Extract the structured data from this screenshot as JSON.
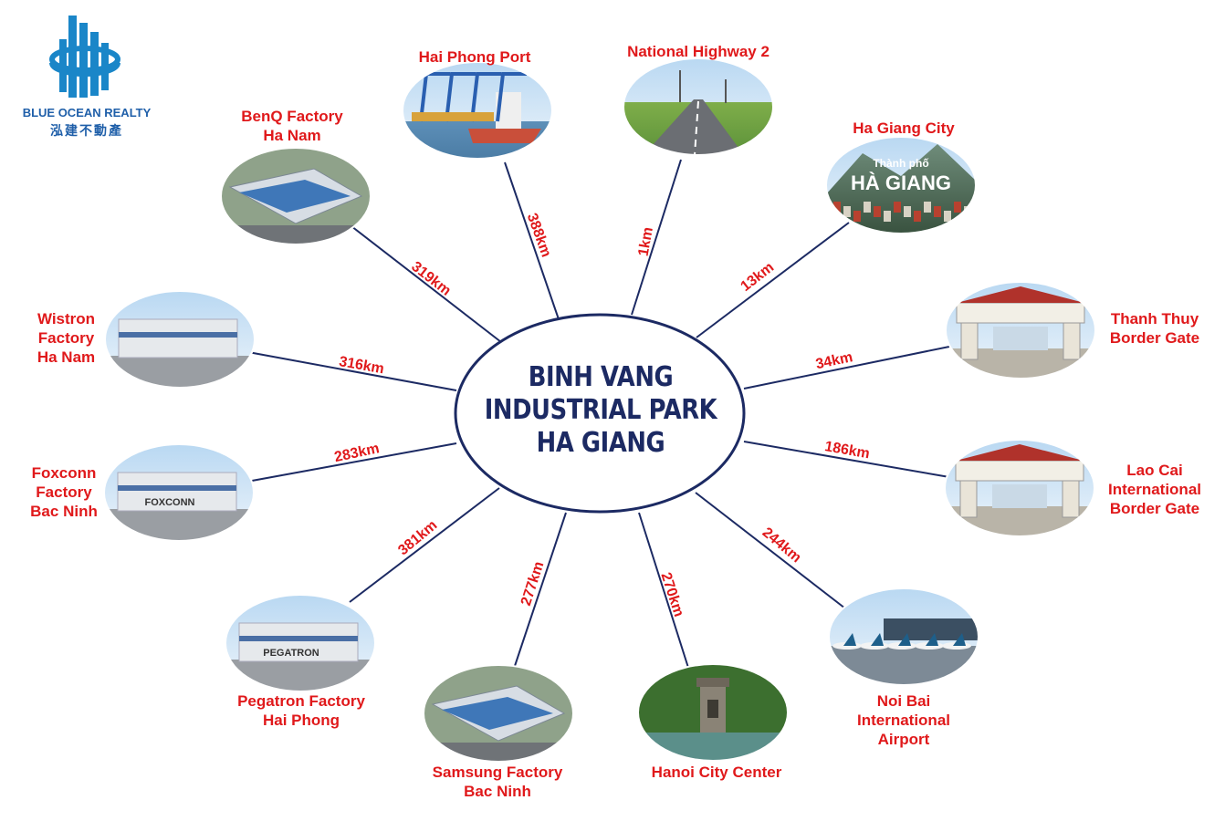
{
  "colors": {
    "title": "#1c2a63",
    "ellipse_stroke": "#1c2a63",
    "connector": "#1c2a63",
    "label_red": "#e0191b",
    "logo_blue": "#1a86c8",
    "logo_text": "#1f5fa9"
  },
  "logo": {
    "name": "BLUE OCEAN REALTY",
    "subtitle": "泓建不動產",
    "icon": "building-globe-icon"
  },
  "center": {
    "lines": [
      "BINH VANG",
      "INDUSTRIAL PARK",
      "HA GIANG"
    ]
  },
  "nodes": [
    {
      "id": "hai-phong-port",
      "label": "Hai Phong Port",
      "distance": "388km",
      "photo": "container-port-photo"
    },
    {
      "id": "national-highway-2",
      "label": "National Highway 2",
      "distance": "1km",
      "photo": "highway-photo"
    },
    {
      "id": "ha-giang-city",
      "label": "Ha Giang City",
      "distance": "13km",
      "photo": "city-photo",
      "photo_caption_small": "Thành phố",
      "photo_caption_big": "HÀ GIANG"
    },
    {
      "id": "thanh-thuy-border-gate",
      "label": "Thanh Thuy\nBorder Gate",
      "distance": "34km",
      "photo": "border-gate-photo"
    },
    {
      "id": "lao-cai-border-gate",
      "label": "Lao Cai\nInternational\nBorder Gate",
      "distance": "186km",
      "photo": "border-gate-photo"
    },
    {
      "id": "noi-bai-airport",
      "label": "Noi Bai\nInternational\nAirport",
      "distance": "244km",
      "photo": "airport-photo"
    },
    {
      "id": "hanoi-city-center",
      "label": "Hanoi City Center",
      "distance": "270km",
      "photo": "tower-lake-photo"
    },
    {
      "id": "samsung-factory",
      "label": "Samsung Factory\nBac Ninh",
      "distance": "277km",
      "photo": "factory-aerial-photo"
    },
    {
      "id": "pegatron-factory",
      "label": "Pegatron Factory\nHai Phong",
      "distance": "381km",
      "photo": "factory-photo",
      "photo_caption": "PEGATRON"
    },
    {
      "id": "foxconn-factory",
      "label": "Foxconn\nFactory\nBac Ninh",
      "distance": "283km",
      "photo": "factory-photo",
      "photo_caption": "FOXCONN"
    },
    {
      "id": "wistron-factory",
      "label": "Wistron\nFactory\nHa Nam",
      "distance": "316km",
      "photo": "factory-photo"
    },
    {
      "id": "benq-factory",
      "label": "BenQ Factory\nHa Nam",
      "distance": "319km",
      "photo": "factory-aerial-photo"
    }
  ]
}
